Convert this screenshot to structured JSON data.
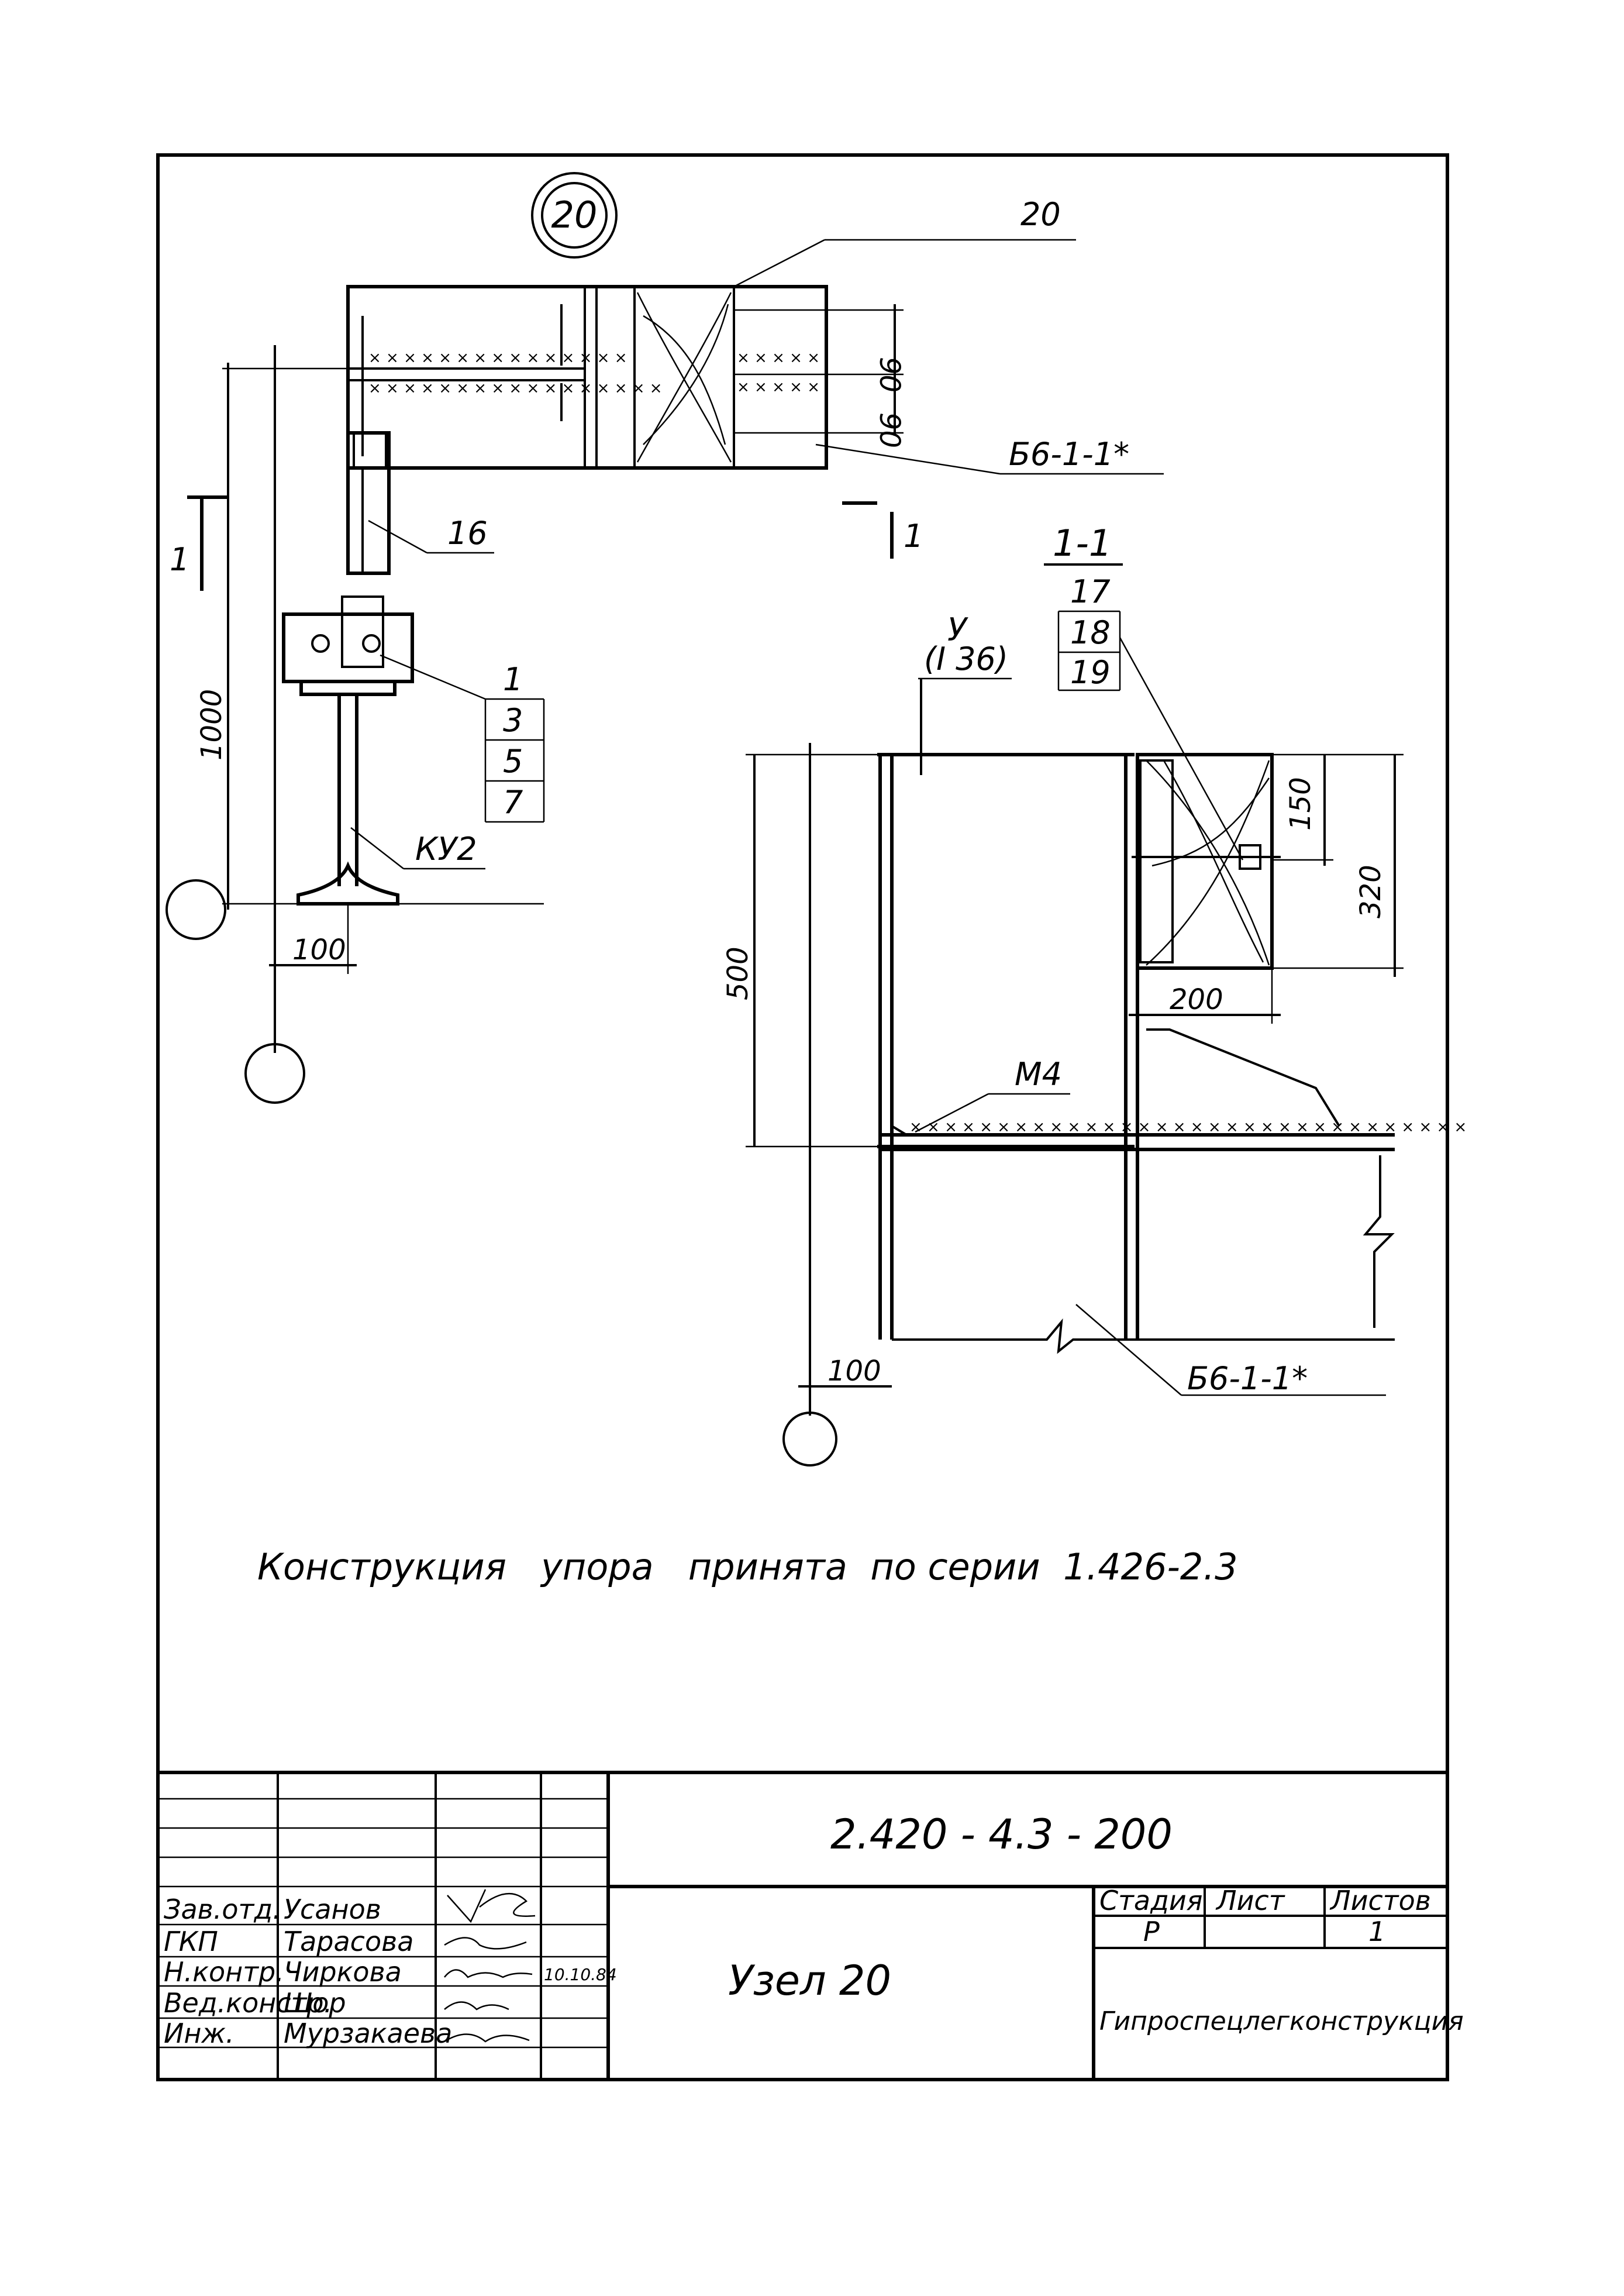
{
  "drawing": {
    "node_marker": "20",
    "leader_top": "20",
    "beam_mark_top": "Б6-1-1*",
    "beam_mark_bottom": "Б6-1-1*",
    "post_mark": "16",
    "column_mark": "КУ2",
    "part_list_left": [
      "1",
      "3",
      "5",
      "7"
    ],
    "part_list_right": [
      "17",
      "18",
      "19"
    ],
    "section_label": "1-1",
    "section_mark_left": "1",
    "section_mark_right": "1",
    "beam_profile_label": "У",
    "beam_profile_sub": "(I 36)",
    "plate_mark": "М4",
    "dimensions": {
      "d90a": "90",
      "d90b": "90",
      "d1000": "1000",
      "d100_left": "100",
      "d500": "500",
      "d150": "150",
      "d320": "320",
      "d200": "200",
      "d100_right": "100"
    },
    "note": "Конструкция   упора   принята  по серии  1.426-2.3"
  },
  "title_block": {
    "document_code": "2.420 - 4.3 - 200",
    "sheet_title": "Узел 20",
    "stage_header": "Стадия",
    "sheet_header": "Лист",
    "sheets_header": "Листов",
    "stage_value": "Р",
    "sheets_value": "1",
    "organization": "Гипроспецлегконструкция",
    "staff": [
      {
        "role": "Зав.отд.",
        "name": "Усанов",
        "date": ""
      },
      {
        "role": "ГКП",
        "name": "Тарасова",
        "date": ""
      },
      {
        "role": "Н.контр.",
        "name": "Чиркова",
        "date": "10.10.84"
      },
      {
        "role": "Вед.констр.",
        "name": "Шор",
        "date": ""
      },
      {
        "role": "Инж.",
        "name": "Мурзакаева",
        "date": ""
      }
    ]
  }
}
